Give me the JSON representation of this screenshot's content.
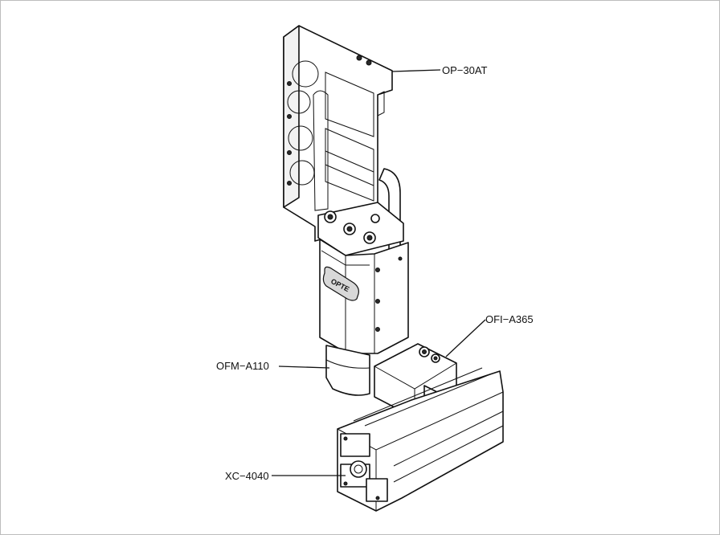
{
  "callouts": [
    {
      "id": "op-30at",
      "text": "OP−30AT"
    },
    {
      "id": "ofi-a365",
      "text": "OFI−A365"
    },
    {
      "id": "ofm-a110",
      "text": "OFM−A110"
    },
    {
      "id": "xc-4040",
      "text": "XC−4040"
    }
  ],
  "logo_text": "OPTE"
}
